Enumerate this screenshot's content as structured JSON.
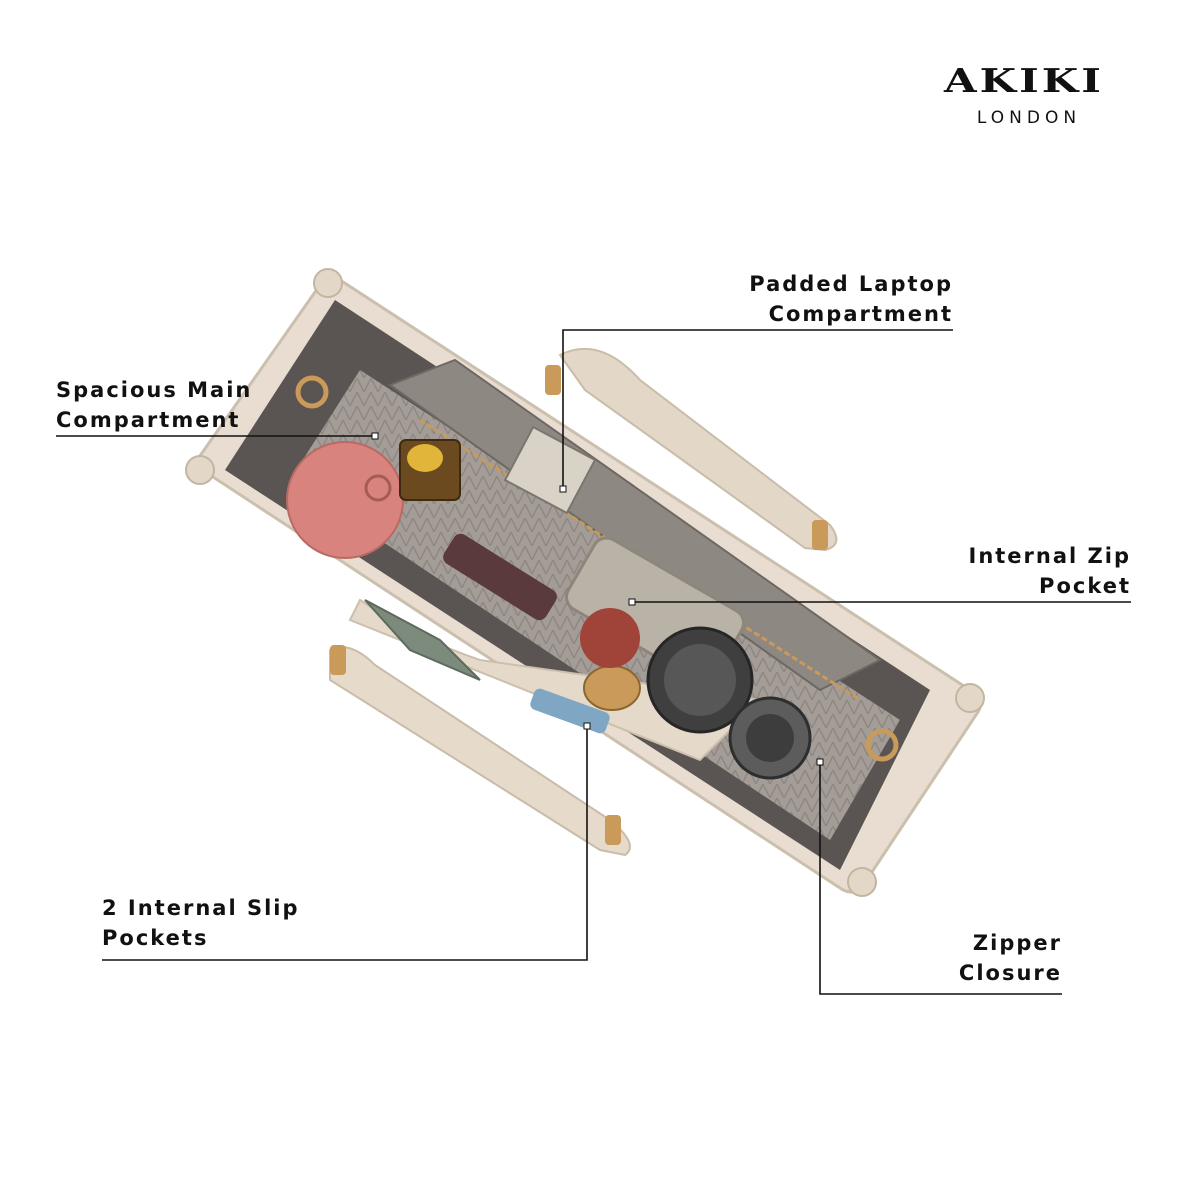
{
  "brand": {
    "name": "AKIKI",
    "city": "LONDON"
  },
  "callouts": {
    "laptop": {
      "line1": "Padded Laptop",
      "line2": "Compartment"
    },
    "main": {
      "line1": "Spacious Main",
      "line2": "Compartment"
    },
    "zip_pocket": {
      "line1": "Internal Zip",
      "line2": "Pocket"
    },
    "slip": {
      "line1": "2 Internal Slip",
      "line2": "Pockets"
    },
    "zipper": {
      "line1": "Zipper",
      "line2": "Closure"
    }
  },
  "colors": {
    "bag_leather": "#e8ddd0",
    "bag_shadow": "#cbbfae",
    "lining": "#9c9590",
    "hardware_gold": "#c99a5a",
    "mirror_pink": "#d8837d"
  }
}
